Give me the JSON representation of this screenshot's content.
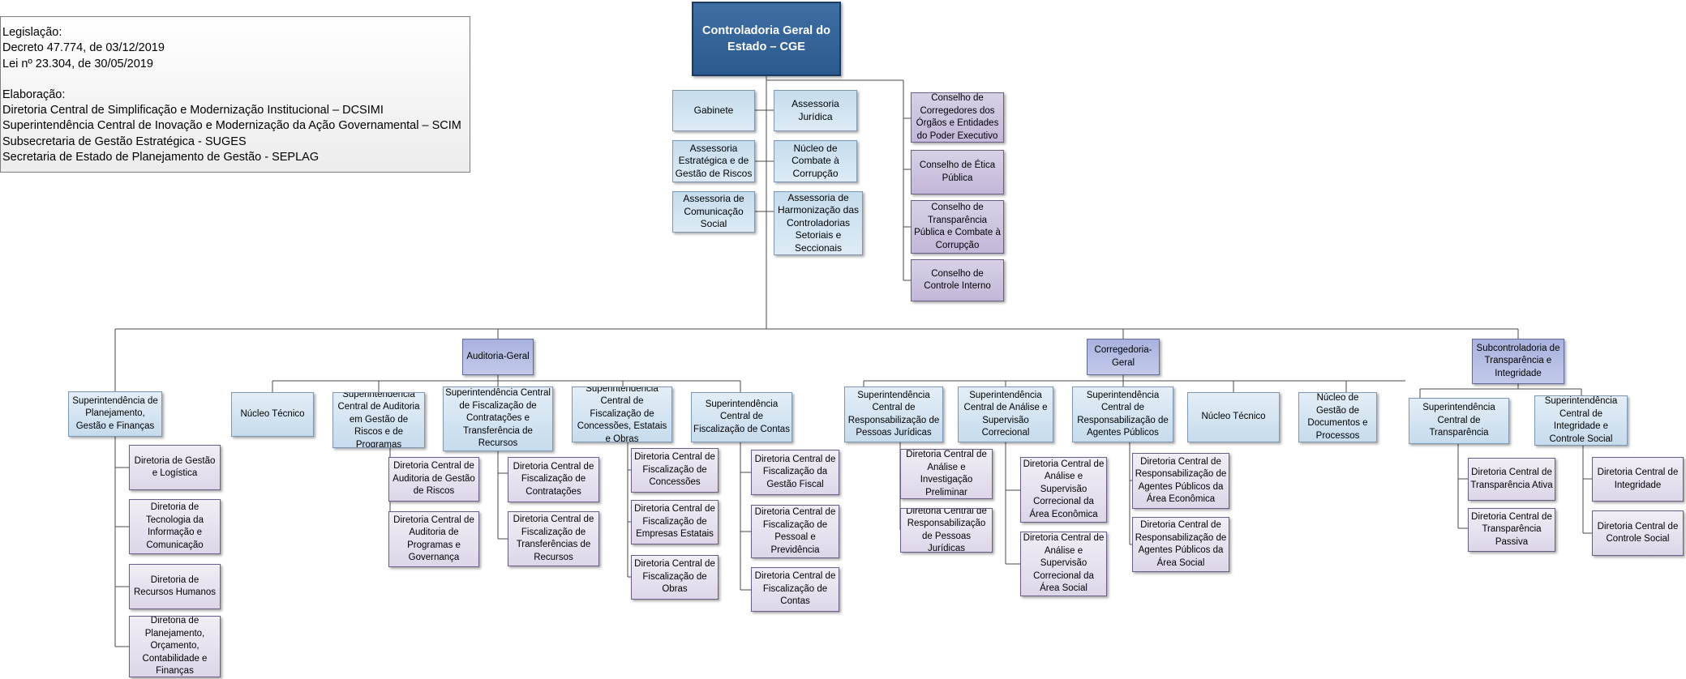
{
  "legislation": {
    "lines1": [
      "Legislação:",
      "Decreto 47.774, de 03/12/2019",
      "Lei nº 23.304, de 30/05/2019"
    ],
    "lines2": [
      "Elaboração:",
      "Diretoria Central de Simplificação e Modernização Institucional – DCSIMI",
      "Superintendência Central de Inovação e Modernização da Ação Governamental – SCIM",
      "Subsecretaria de Gestão Estratégica - SUGES",
      "Secretaria de Estado de Planejamento de Gestão - SEPLAG"
    ]
  },
  "org": {
    "root": "Controladoria Geral do Estado – CGE",
    "gabinete": "Gabinete",
    "assessoria_juridica": "Assessoria Jurídica",
    "assessoria_estrategica": "Assessoria Estratégica e de Gestão de Riscos",
    "nucleo_combate": "Núcleo de Combate à Corrupção",
    "assessoria_comunicacao": "Assessoria de Comunicação Social",
    "assessoria_harmonizacao": "Assessoria de Harmonização das Controladorias Setoriais e Seccionais",
    "conselho_corregedores": "Conselho de Corregedores dos Órgãos e Entidades do Poder Executivo",
    "conselho_etica": "Conselho de Ética Pública",
    "conselho_transparencia": "Conselho de Transparência Pública e Combate à Corrupção",
    "conselho_controle": "Conselho de Controle Interno",
    "sup_planejamento": "Superintendência de Planejamento, Gestão e Finanças",
    "dir_gestao_logistica": "Diretoria de Gestão e Logística",
    "dir_tecnologia": "Diretoria de Tecnologia da Informação e Comunicação",
    "dir_rh": "Diretoria de Recursos Humanos",
    "dir_planejamento": "Diretoria de Planejamento, Orçamento, Contabilidade e Finanças",
    "auditoria_geral": "Auditoria-Geral",
    "ag_nucleo_tecnico": "Núcleo Técnico",
    "sup_auditoria_riscos": "Superintendência Central de Auditoria em Gestão de Riscos e de Programas",
    "dir_auditoria_riscos": "Diretoria Central de Auditoria de Gestão de Riscos",
    "dir_auditoria_programas": "Diretoria Central de Auditoria de Programas e Governança",
    "sup_fisc_contratacoes": "Superintendência Central de Fiscalização de Contratações e Transferência de Recursos",
    "dir_fisc_contratacoes": "Diretoria Central de Fiscalização de Contratações",
    "dir_fisc_transferencias": "Diretoria Central de Fiscalização de Transferências de Recursos",
    "sup_fisc_concessoes": "Superintendência Central de Fiscalização de Concessões, Estatais e Obras",
    "dir_fisc_concessoes": "Diretoria Central de Fiscalização de Concessões",
    "dir_fisc_empresas": "Diretoria Central de Fiscalização de Empresas Estatais",
    "dir_fisc_obras": "Diretoria Central de Fiscalização de Obras",
    "sup_fisc_contas": "Superintendência Central de Fiscalização de Contas",
    "dir_fisc_gestao_fiscal": "Diretoria Central de Fiscalização da Gestão Fiscal",
    "dir_fisc_pessoal": "Diretoria Central de Fiscalização de Pessoal e Previdência",
    "dir_fisc_contas": "Diretoria Central de Fiscalização de Contas",
    "corregedoria_geral": "Corregedoria-Geral",
    "sup_resp_pj": "Superintendência Central de Responsabilização de Pessoas Jurídicas",
    "dir_analise_investigacao": "Diretoria Central de Análise e Investigação Preliminar",
    "dir_resp_pj": "Diretoria Central de Responsabilização de Pessoas Jurídicas",
    "sup_analise_supervisao": "Superintendência Central de Análise e Supervisão Correcional",
    "dir_analise_economica": "Diretoria Central de Análise e Supervisão Correcional da Área Econômica",
    "dir_analise_social": "Diretoria Central de Análise e Supervisão Correcional da Área Social",
    "sup_resp_agentes": "Superintendência Central de Responsabilização de Agentes Públicos",
    "dir_resp_economica": "Diretoria Central de Responsabilização de Agentes Públicos da Área Econômica",
    "dir_resp_social": "Diretoria Central de Responsabilização de Agentes Públicos da Área Social",
    "cg_nucleo_tecnico": "Núcleo Técnico",
    "nucleo_documentos": "Núcleo de Gestão de Documentos e Processos",
    "subcontroladoria": "Subcontroladoria de Transparência e Integridade",
    "sup_transparencia": "Superintendência Central de Transparência",
    "dir_transparencia_ativa": "Diretoria Central de Transparência Ativa",
    "dir_transparencia_passiva": "Diretoria Central de Transparência Passiva",
    "sup_integridade": "Superintendência Central de Integridade e Controle Social",
    "dir_integridade": "Diretoria Central de Integridade",
    "dir_controle_social": "Diretoria Central de Controle Social"
  }
}
